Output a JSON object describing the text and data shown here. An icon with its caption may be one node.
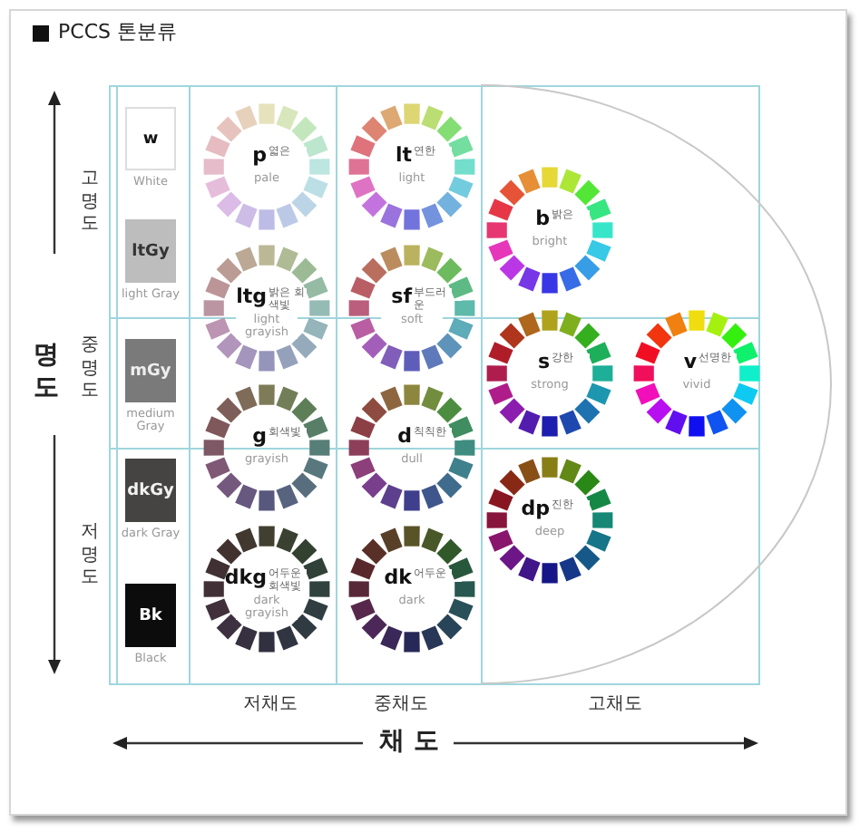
{
  "diagram": {
    "title": "PCCS 톤분류",
    "nodes": [
      {
        "text": [
          "w"
        ],
        "beside": [
          "White"
        ]
      },
      {
        "text": [
          "ltGy"
        ],
        "beside": [
          "light Gray"
        ]
      },
      {
        "text": [
          "mGy"
        ],
        "beside": [
          "medium Gray"
        ]
      },
      {
        "text": [
          "dkGy"
        ],
        "beside": [
          "dark Gray"
        ]
      },
      {
        "text": [
          "Bk"
        ],
        "beside": [
          "Black"
        ]
      },
      {
        "text": [
          "p",
          "엷은",
          "pale"
        ]
      },
      {
        "text": [
          "ltg",
          "밝은 회색빛",
          "light grayish"
        ]
      },
      {
        "text": [
          "g",
          "회색빛",
          "grayish"
        ]
      },
      {
        "text": [
          "dkg",
          "어두운 회색빛",
          "dark grayish"
        ]
      },
      {
        "text": [
          "lt",
          "연한",
          "light"
        ]
      },
      {
        "text": [
          "sf",
          "부드러운",
          "soft"
        ]
      },
      {
        "text": [
          "d",
          "칙칙한",
          "dull"
        ]
      },
      {
        "text": [
          "dk",
          "어두운",
          "dark"
        ]
      },
      {
        "text": [
          "b",
          "밝은",
          "bright"
        ]
      },
      {
        "text": [
          "s",
          "강한",
          "strong"
        ]
      },
      {
        "text": [
          "v",
          "선명한",
          "vivid"
        ]
      },
      {
        "text": [
          "dp",
          "진한",
          "deep"
        ]
      }
    ],
    "labels": [
      "고명도",
      "명도",
      "중명도",
      "저명도",
      "저채도",
      "중채도",
      "고채도",
      "채 도"
    ]
  }
}
